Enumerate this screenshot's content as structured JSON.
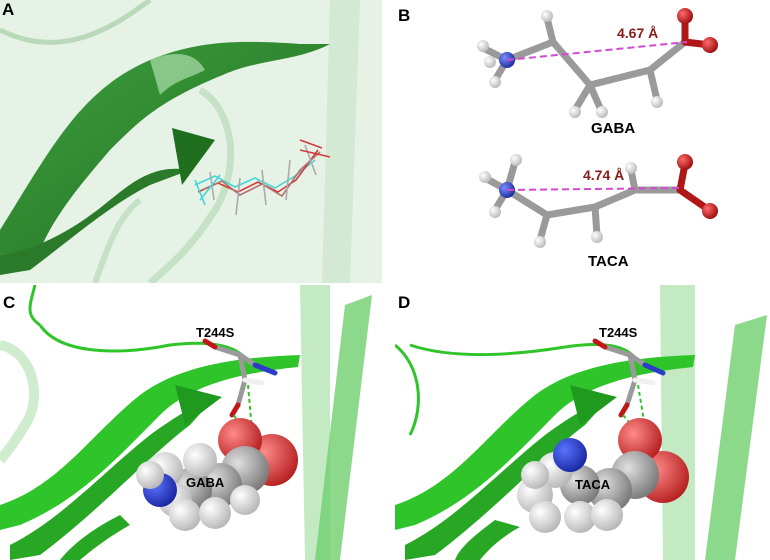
{
  "panels": {
    "A": {
      "label": "A"
    },
    "B": {
      "label": "B",
      "gaba": {
        "name": "GABA",
        "distance": "4.67 Å"
      },
      "taca": {
        "name": "TACA",
        "distance": "4.74 Å"
      }
    },
    "C": {
      "label": "C",
      "residue": "T244S",
      "ligand": "GABA"
    },
    "D": {
      "label": "D",
      "residue": "T244S",
      "ligand": "TACA"
    }
  },
  "colors": {
    "ribbon_dark": "#2e8b2e",
    "ribbon_bright": "#2fc52a",
    "distance_line": "#d24ad2",
    "distance_text": "#8b1a1a",
    "oxygen": "#c01818",
    "nitrogen": "#2a3cc8",
    "carbon": "#a8a8a8",
    "hydrogen": "#f0f0f0"
  }
}
